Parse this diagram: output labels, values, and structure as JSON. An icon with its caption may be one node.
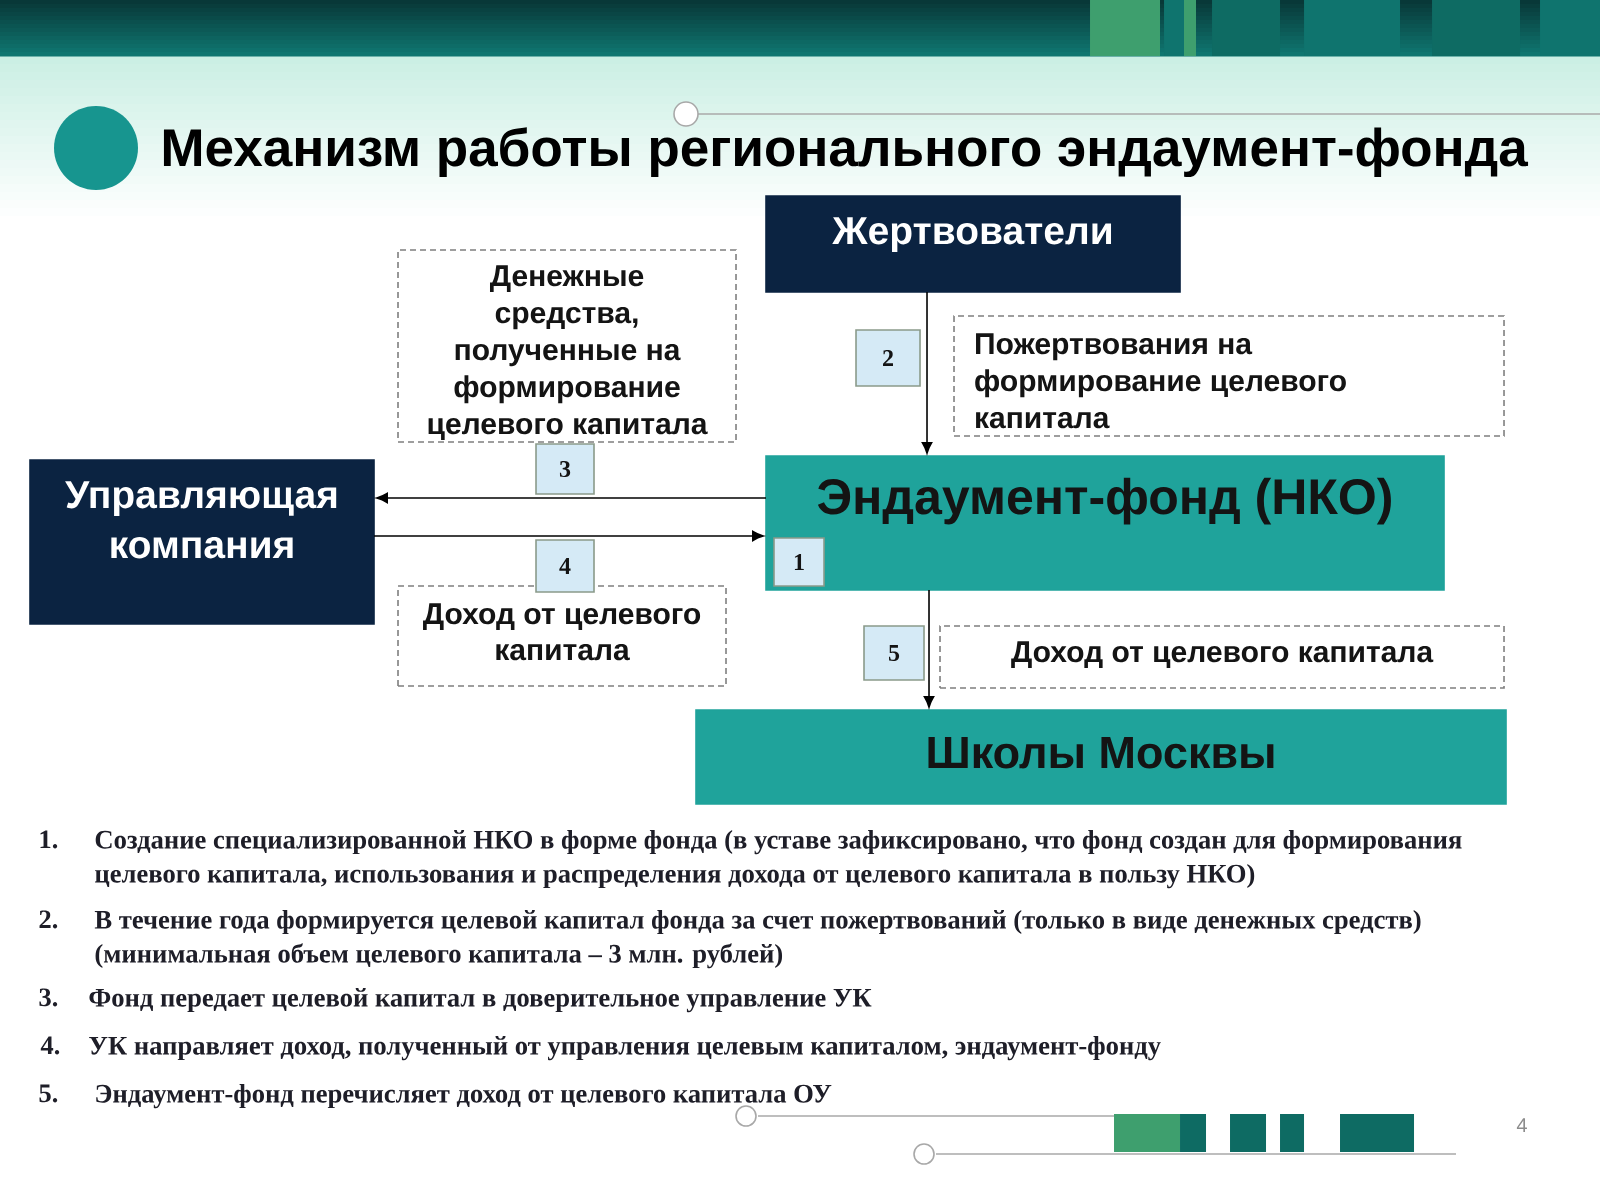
{
  "diagram": {
    "title": "Механизм работы регионального эндаумент-фонда",
    "nodes": [
      {
        "text": [
          "Жертвователи"
        ]
      },
      {
        "text": [
          "Денежные средства, полученные на формирование целевого капитала"
        ]
      },
      {
        "text": [
          "2"
        ]
      },
      {
        "text": [
          "Пожертвования на формирование целевого капитала"
        ]
      },
      {
        "text": [
          "Управляющая компания"
        ]
      },
      {
        "text": [
          "3"
        ]
      },
      {
        "text": [
          "Эндаумент-фонд (НКО)"
        ]
      },
      {
        "text": [
          "1"
        ],
        "in": 6
      },
      {
        "text": [
          "4"
        ]
      },
      {
        "text": [
          "Доход от целевого капитала"
        ]
      },
      {
        "text": [
          "5"
        ]
      },
      {
        "text": [
          "Доход от целевого капитала"
        ]
      },
      {
        "text": [
          "Школы Москвы"
        ]
      }
    ],
    "edges": [
      {
        "from": 0,
        "to": 6,
        "arrow": "to"
      },
      {
        "from": 6,
        "to": 4,
        "arrow": "to"
      },
      {
        "from": 4,
        "to": 6,
        "arrow": "to"
      },
      {
        "from": 6,
        "to": 12,
        "arrow": "to"
      }
    ],
    "labels": [
      "1.",
      "Создание специализированной НКО в форме фонда (в уставе зафиксировано, что фонд создан для формирования целевого капитала, использования и распределения дохода от целевого капитала в пользу НКО)",
      "2.",
      "В течение года формируется целевой капитал фонда за счет пожертвований (только в виде денежных средств) (минимальная объем целевого капитала – 3 млн. рублей)",
      "3.",
      "Фонд передает целевой капитал в доверительное управление УК",
      "4.",
      "УК направляет доход, полученный от управления целевым капиталом, эндаумент-фонду",
      "5.",
      "Эндаумент-фонд перечисляет доход от целевого капитала ОУ",
      "4"
    ]
  }
}
